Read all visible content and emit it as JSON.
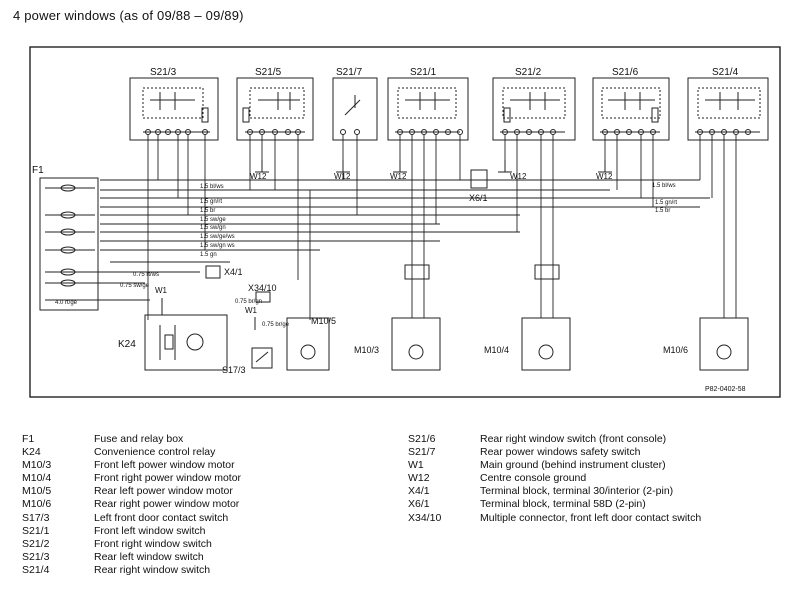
{
  "title": "4 power windows (as of 09/88 – 09/89)",
  "components": {
    "switches": [
      "S21/3",
      "S21/5",
      "S21/7",
      "S21/1",
      "S21/2",
      "S21/6",
      "S21/4"
    ],
    "fuse_box": "F1",
    "relay": "K24",
    "motors": [
      "M10/5",
      "M10/3",
      "M10/4",
      "M10/6"
    ],
    "contact_switch": "S17/3",
    "terminal_x4": "X4/1",
    "connector_x34": "X34/10",
    "terminal_x6": "X6/1",
    "grounds": {
      "w1": "W1",
      "w1b": "W1",
      "w12": "W12"
    }
  },
  "wire_labels": {
    "a": "1.5 bl/ws",
    "b": "1.5 gn/rt",
    "c": "1.5 br",
    "d": "1.5 sw/ge",
    "e": "1.5 sw/gn",
    "f": "1.5 sw/ge/ws",
    "g": "1.5 sw/gn ws",
    "h": "1.5 gn",
    "i": "0.75 rt/ws",
    "j": "0.75 sw/ge",
    "k": "4.0 rt/ge",
    "l": "0.75 br/gn",
    "m": "0.75 br/ge"
  },
  "ref_code": "P82-0402-58",
  "legend_left": [
    {
      "code": "F1",
      "desc": "Fuse and relay box"
    },
    {
      "code": "K24",
      "desc": "Convenience control relay"
    },
    {
      "code": "M10/3",
      "desc": "Front left power window motor"
    },
    {
      "code": "M10/4",
      "desc": "Front right power window motor"
    },
    {
      "code": "M10/5",
      "desc": "Rear left power window motor"
    },
    {
      "code": "M10/6",
      "desc": "Rear right power window motor"
    },
    {
      "code": "S17/3",
      "desc": "Left front door contact switch"
    },
    {
      "code": "S21/1",
      "desc": "Front left window switch"
    },
    {
      "code": "S21/2",
      "desc": "Front right window switch"
    },
    {
      "code": "S21/3",
      "desc": "Rear left window switch"
    },
    {
      "code": "S21/4",
      "desc": "Rear right window switch"
    }
  ],
  "legend_right": [
    {
      "code": "S21/6",
      "desc": "Rear right window switch (front console)"
    },
    {
      "code": "S21/7",
      "desc": "Rear power windows safety switch"
    },
    {
      "code": "W1",
      "desc": "Main ground (behind instrument cluster)"
    },
    {
      "code": "W12",
      "desc": "Centre console ground"
    },
    {
      "code": "X4/1",
      "desc": "Terminal block, terminal 30/interior (2-pin)"
    },
    {
      "code": "X6/1",
      "desc": "Terminal block, terminal 58D (2-pin)"
    },
    {
      "code": "X34/10",
      "desc": "Multiple connector, front left door contact switch"
    }
  ]
}
